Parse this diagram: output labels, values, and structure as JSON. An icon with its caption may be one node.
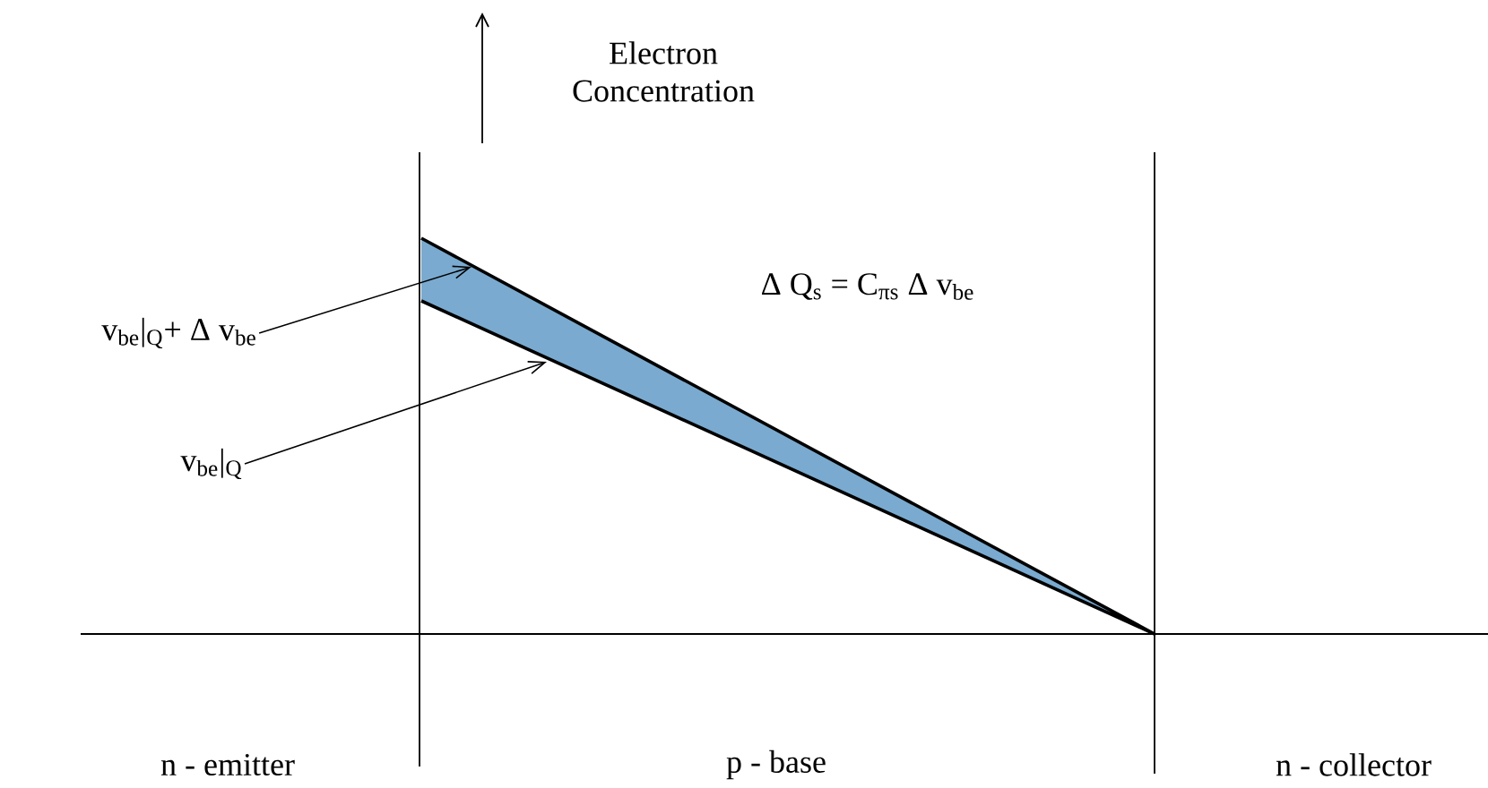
{
  "diagram": {
    "nodes": [
      {
        "text": [
          "v$_{be}$|$_{Q}$+ Δ v$_{be}$"
        ]
      },
      {
        "text": [
          "v$_{be}$|$_{Q}$"
        ]
      }
    ],
    "edges": [
      {
        "from": 0,
        "to": null,
        "arrow": "to"
      },
      {
        "from": 1,
        "to": null,
        "arrow": "to"
      }
    ],
    "labels": [
      "Electron Concentration",
      "Δ Q$_{s}$ = C$_{πs}$ Δ v$_{be}$",
      "n - emitter",
      "p - base",
      "n - collector"
    ]
  }
}
